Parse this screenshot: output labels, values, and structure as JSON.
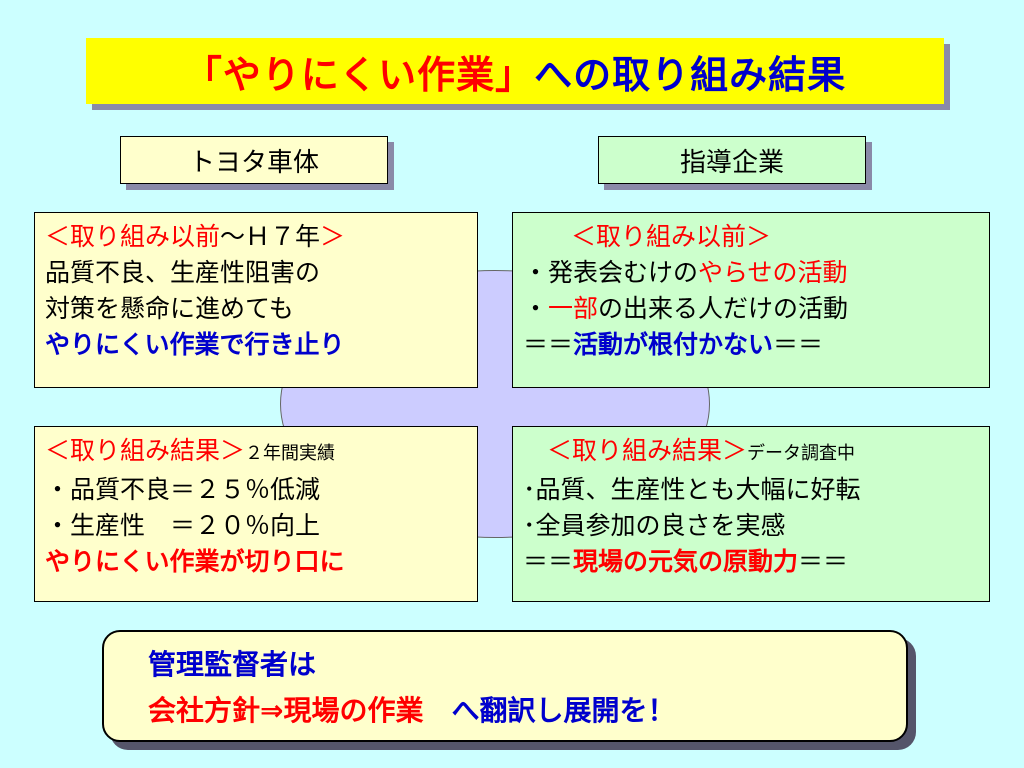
{
  "title": {
    "part1": "「やりにくい作業」",
    "part2": "への取り組み結果",
    "part1_color": "#ff0000",
    "part2_color": "#0000cc",
    "background": "#ffff00"
  },
  "columns": {
    "left_header": "トヨタ車体",
    "right_header": "指導企業"
  },
  "left_before": {
    "heading": "＜取り組み以前",
    "heading_suffix": "～Ｈ７年",
    "heading_close": "＞",
    "line1": "品質不良、生産性阻害の",
    "line2": "対策を懸命に進めても",
    "line3": "やりにくい作業で行き止り"
  },
  "right_before": {
    "heading": "＜取り組み以前＞",
    "line1_prefix": "・発表会むけの",
    "line1_highlight": "やらせの活動",
    "line2_bullet": "・",
    "line2_highlight": "一部",
    "line2_suffix": "の出来る人だけの活動",
    "line3_prefix": "＝＝",
    "line3_highlight": "活動が根付かない",
    "line3_suffix": "＝＝"
  },
  "left_after": {
    "heading": "＜取り組み結果＞",
    "heading_note": "２年間実績",
    "line1": "・品質不良＝２５％低減",
    "line2": "・生産性　＝２０％向上",
    "line3": "やりにくい作業が切り口に"
  },
  "right_after": {
    "heading": "＜取り組み結果＞",
    "heading_note": "データ調査中",
    "line1": "･品質、生産性とも大幅に好転",
    "line2": "･全員参加の良さを実感",
    "line3_prefix": "＝＝",
    "line3_highlight": "現場の元気の原動力",
    "line3_suffix": "＝＝"
  },
  "message": {
    "line1": "管理監督者は",
    "line2_red": "会社方針⇒現場の作業",
    "line2_blue": "へ翻訳し展開を！"
  }
}
